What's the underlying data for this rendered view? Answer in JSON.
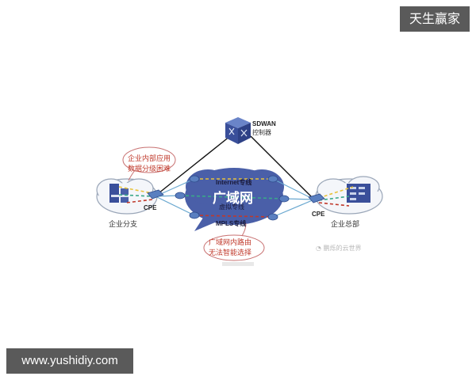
{
  "overlays": {
    "top_right": "天生赢家",
    "bottom_left": "www.yushidiy.com"
  },
  "diagram": {
    "controller": {
      "line1": "SDWAN",
      "line2": "控制器"
    },
    "wan_cloud": {
      "title": "广域网",
      "links": [
        "Internet专线",
        "虚拟专线",
        "MPLS专线"
      ]
    },
    "branch": {
      "label": "企业分支",
      "cpe": "CPE"
    },
    "hq": {
      "label": "企业总部",
      "cpe": "CPE"
    },
    "callout_left": {
      "line1": "企业内部应用",
      "line2": "数据分级困难"
    },
    "callout_bottom": {
      "line1": "广域网内路由",
      "line2": "无法智能选择"
    },
    "watermark": "鹏烁的云世界",
    "colors": {
      "cloud": "#4a5fa8",
      "internet_link": "#e8c23a",
      "virtual_link": "#3aa88a",
      "mpls_link": "#c0392b",
      "router": "#5a7fc0",
      "callout_text": "#c0392b"
    }
  }
}
